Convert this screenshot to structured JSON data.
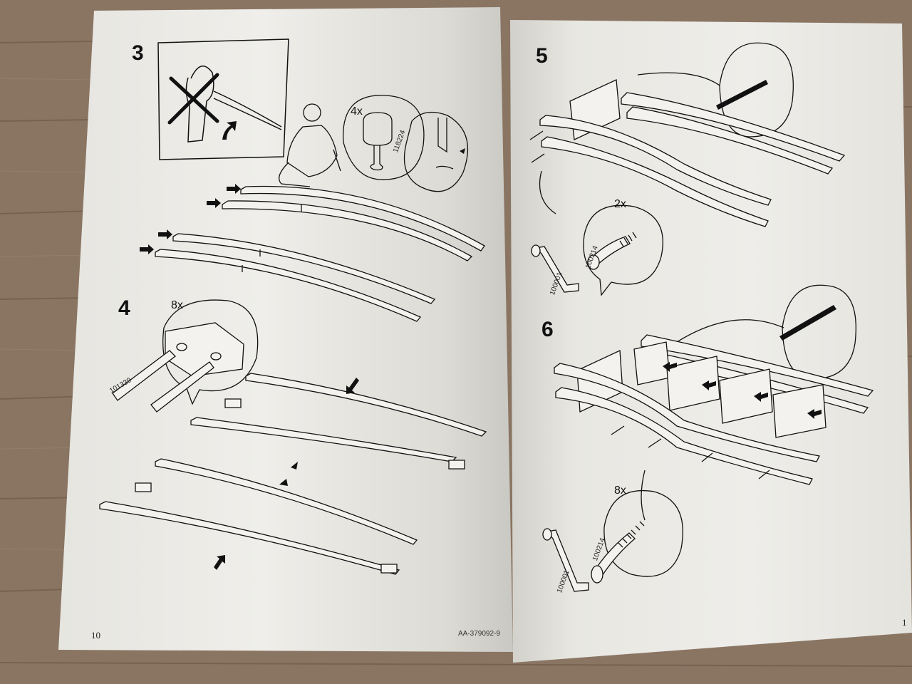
{
  "left_page": {
    "steps": {
      "step3": "3",
      "step4": "4"
    },
    "quantities": {
      "step3_detail": "4x",
      "step4_detail": "8x"
    },
    "part_numbers": {
      "step3_part": "118224",
      "step4_part": "101339"
    },
    "page_number": "10",
    "document_code": "AA-379092-9"
  },
  "right_page": {
    "steps": {
      "step5": "5",
      "step6": "6"
    },
    "quantities": {
      "step5_detail": "2x",
      "step6_detail": "8x"
    },
    "part_numbers": {
      "step5_screw": "100214",
      "step5_key": "100001",
      "step6_screw": "100214",
      "step6_key": "100001"
    },
    "page_number": "1"
  },
  "icons": [
    "prohibited-cross-icon",
    "arrow-icon",
    "zoom-callout-icon",
    "allen-key-icon",
    "screw-icon",
    "dowel-icon"
  ],
  "colors": {
    "paper": "#eae9e4",
    "ink": "#111111",
    "wood_floor": "#8a7563"
  }
}
